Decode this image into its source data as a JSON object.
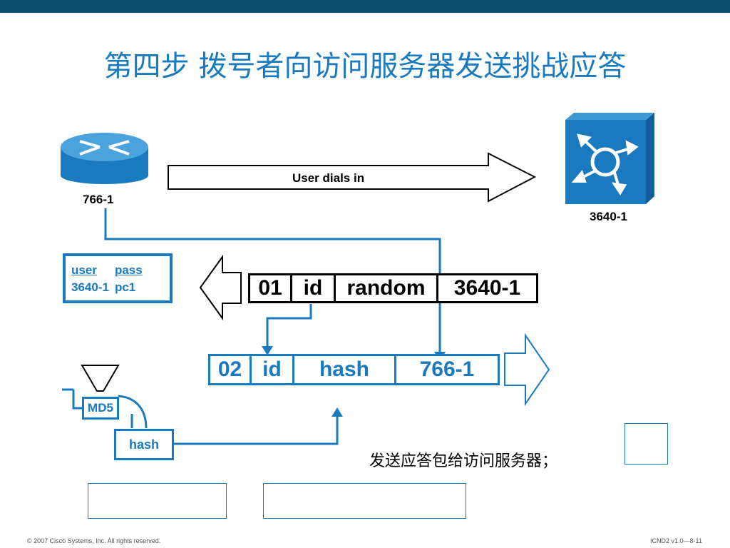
{
  "title": "第四步 拨号者向访问服务器发送挑战应答",
  "devices": {
    "router_label": "766-1",
    "server_label": "3640-1"
  },
  "dial_arrow_label": "User dials in",
  "credentials": {
    "headers": [
      "user",
      "pass"
    ],
    "row": [
      "3640-1",
      "pc1"
    ]
  },
  "challenge_packet": [
    "01",
    "id",
    "random",
    "3640-1"
  ],
  "response_packet": [
    "02",
    "id",
    "hash",
    "766-1"
  ],
  "md5_label": "MD5",
  "hash_label": "hash",
  "caption": "发送应答包给访问服务器；",
  "footer": {
    "left": "© 2007 Cisco Systems, Inc. All rights reserved.",
    "right": "ICND2 v1.0—8-11"
  },
  "colors": {
    "accent": "#1a7abf",
    "topbar": "#0e4f72"
  }
}
